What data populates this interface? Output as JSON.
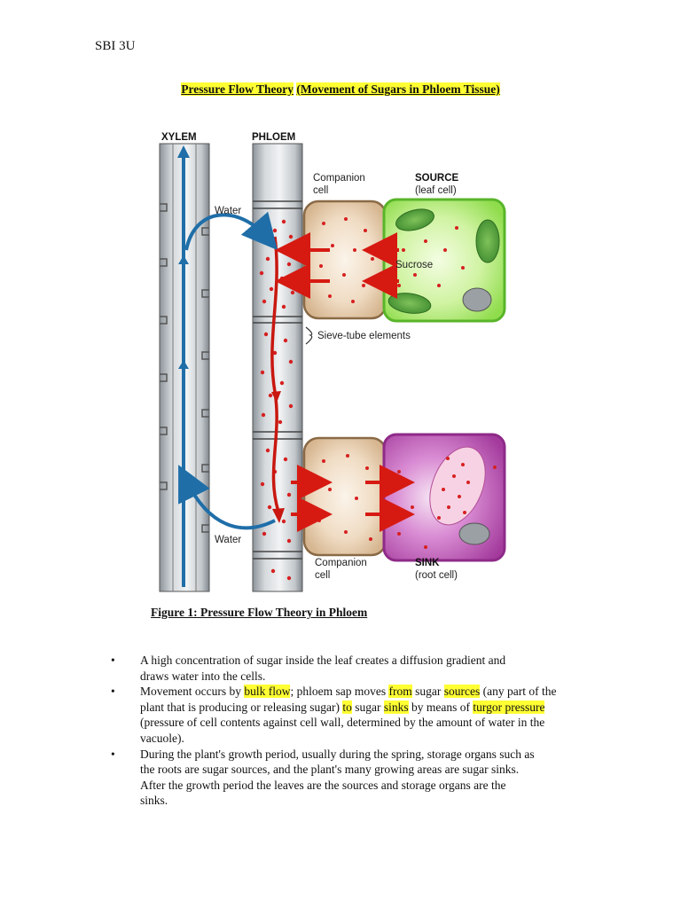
{
  "course_code": "SBI 3U",
  "title": {
    "part1": "Pressure Flow Theory",
    "space": " ",
    "part2": "(Movement of Sugars in Phloem Tissue)"
  },
  "figure": {
    "xylem_label": "XYLEM",
    "phloem_label": "PHLOEM",
    "companion_top_line1": "Companion",
    "companion_top_line2": "cell",
    "source_line1": "SOURCE",
    "source_line2": "(leaf cell)",
    "water_top": "Water",
    "sucrose": "Sucrose",
    "sieve_tube": "Sieve-tube elements",
    "water_bottom": "Water",
    "companion_bottom_line1": "Companion",
    "companion_bottom_line2": "cell",
    "sink_line1": "SINK",
    "sink_line2": "(root cell)",
    "colors": {
      "xylem_flow": "#1f6ea8",
      "sucrose_dot": "#d62020",
      "transport_arrow": "#d61a12",
      "source_cell": "#b7ec7a",
      "sink_cell": "#c04fba",
      "companion_cell": "#e3c9a8"
    }
  },
  "caption": "Figure 1: Pressure Flow Theory in Phloem",
  "bullets": {
    "b1": {
      "line1": "A high concentration of sugar inside the leaf creates a diffusion gradient and",
      "line2": "draws water into the cells."
    },
    "b2": {
      "t1": "Movement occurs by ",
      "h1": "bulk flow",
      "t2": "; phloem sap moves ",
      "h2": "from",
      "t3": " sugar ",
      "h3": "sources",
      "t4": " (any part of the",
      "t5": "plant that is producing or releasing sugar) ",
      "h4": "to",
      "t6": " sugar ",
      "h5": "sinks",
      "t7": " by means of ",
      "h6": "turgor pressure",
      "line3": "(pressure of cell contents against cell wall, determined by the amount of water in the",
      "line4": "vacuole)."
    },
    "b3": {
      "line1": "During the plant's growth period, usually during the spring, storage organs such as",
      "line2": "the roots are sugar sources, and the plant's many growing areas are sugar sinks.",
      "line3": "After the growth period the leaves are the sources and storage organs are the",
      "line4": "sinks."
    }
  }
}
